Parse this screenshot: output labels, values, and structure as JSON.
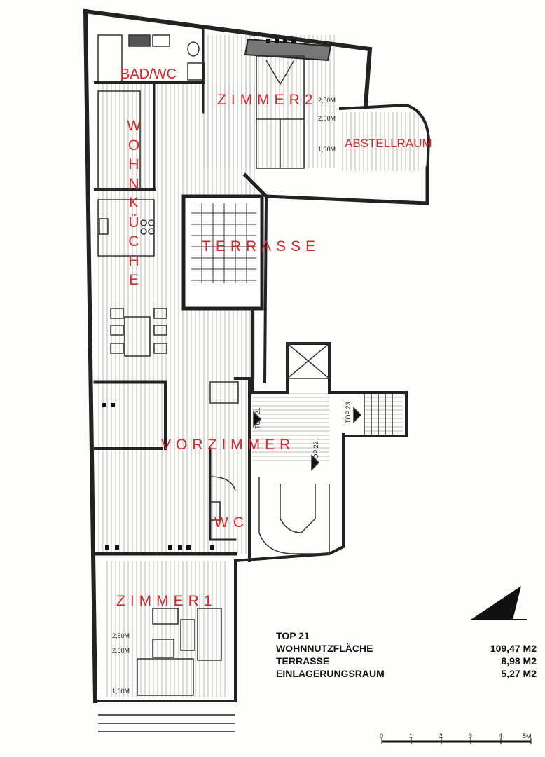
{
  "rooms": {
    "bad_wc": "BAD/WC",
    "zimmer2": "ZIMMER2",
    "abstellraum": "ABSTELLRAUM",
    "wohnkueche_letters": [
      "W",
      "O",
      "H",
      "N",
      "K",
      "Ü",
      "C",
      "H",
      "E"
    ],
    "terrasse": "TERRASSE",
    "vorzimmer": "VORZIMMER",
    "wc": "WC",
    "zimmer1": "ZIMMER1"
  },
  "dimensions": {
    "z2_a": "2,50M",
    "z2_b": "2,00M",
    "z2_c": "1,00M",
    "z1_a": "2,50M",
    "z1_b": "2,00M",
    "z1_c": "1,00M"
  },
  "stairs": {
    "top21": "TOP 21",
    "top22": "TOP 22",
    "top23": "TOP 23"
  },
  "areas": [
    {
      "label": "TOP 21",
      "value": ""
    },
    {
      "label": "WOHNNUTZFLÄCHE",
      "value": "109,47 M2"
    },
    {
      "label": "TERRASSE",
      "value": "8,98 M2"
    },
    {
      "label": "EINLAGERUNGSRAUM",
      "value": "5,27 M2"
    }
  ],
  "scale": {
    "ticks": [
      "0",
      "1",
      "2",
      "3",
      "4",
      "5M"
    ]
  },
  "colors": {
    "label": "#d7262c",
    "line": "#222222",
    "hatch": "#9a9a9a"
  }
}
